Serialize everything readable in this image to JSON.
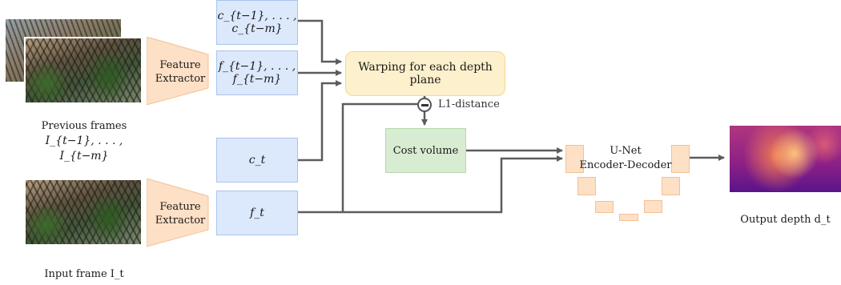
{
  "inputs": {
    "previous_caption_line1": "Previous frames",
    "previous_caption_line2": "I_{t−1}, . . . , I_{t−m}",
    "input_caption": "Input frame I_t"
  },
  "extractor": {
    "line1": "Feature",
    "line2": "Extractor"
  },
  "features": {
    "c_prev": "c_{t−1}, . . . , c_{t−m}",
    "f_prev": "f_{t−1}, . . . , f_{t−m}",
    "c_t": "c_t",
    "f_t": "f_t"
  },
  "warping": {
    "label": "Warping for each depth plane"
  },
  "distance": {
    "label": "L1-distance"
  },
  "cost_volume": {
    "label": "Cost volume"
  },
  "unet": {
    "line1": "U-Net",
    "line2": "Encoder-Decoder"
  },
  "output": {
    "caption": "Output depth d_t"
  },
  "colors": {
    "arrow": "#5c5c5c",
    "feature_box": "#dce8fb",
    "warping_box": "#fdf0cc",
    "cost_box": "#d8ecd2",
    "unet_block": "#fde0c5"
  }
}
